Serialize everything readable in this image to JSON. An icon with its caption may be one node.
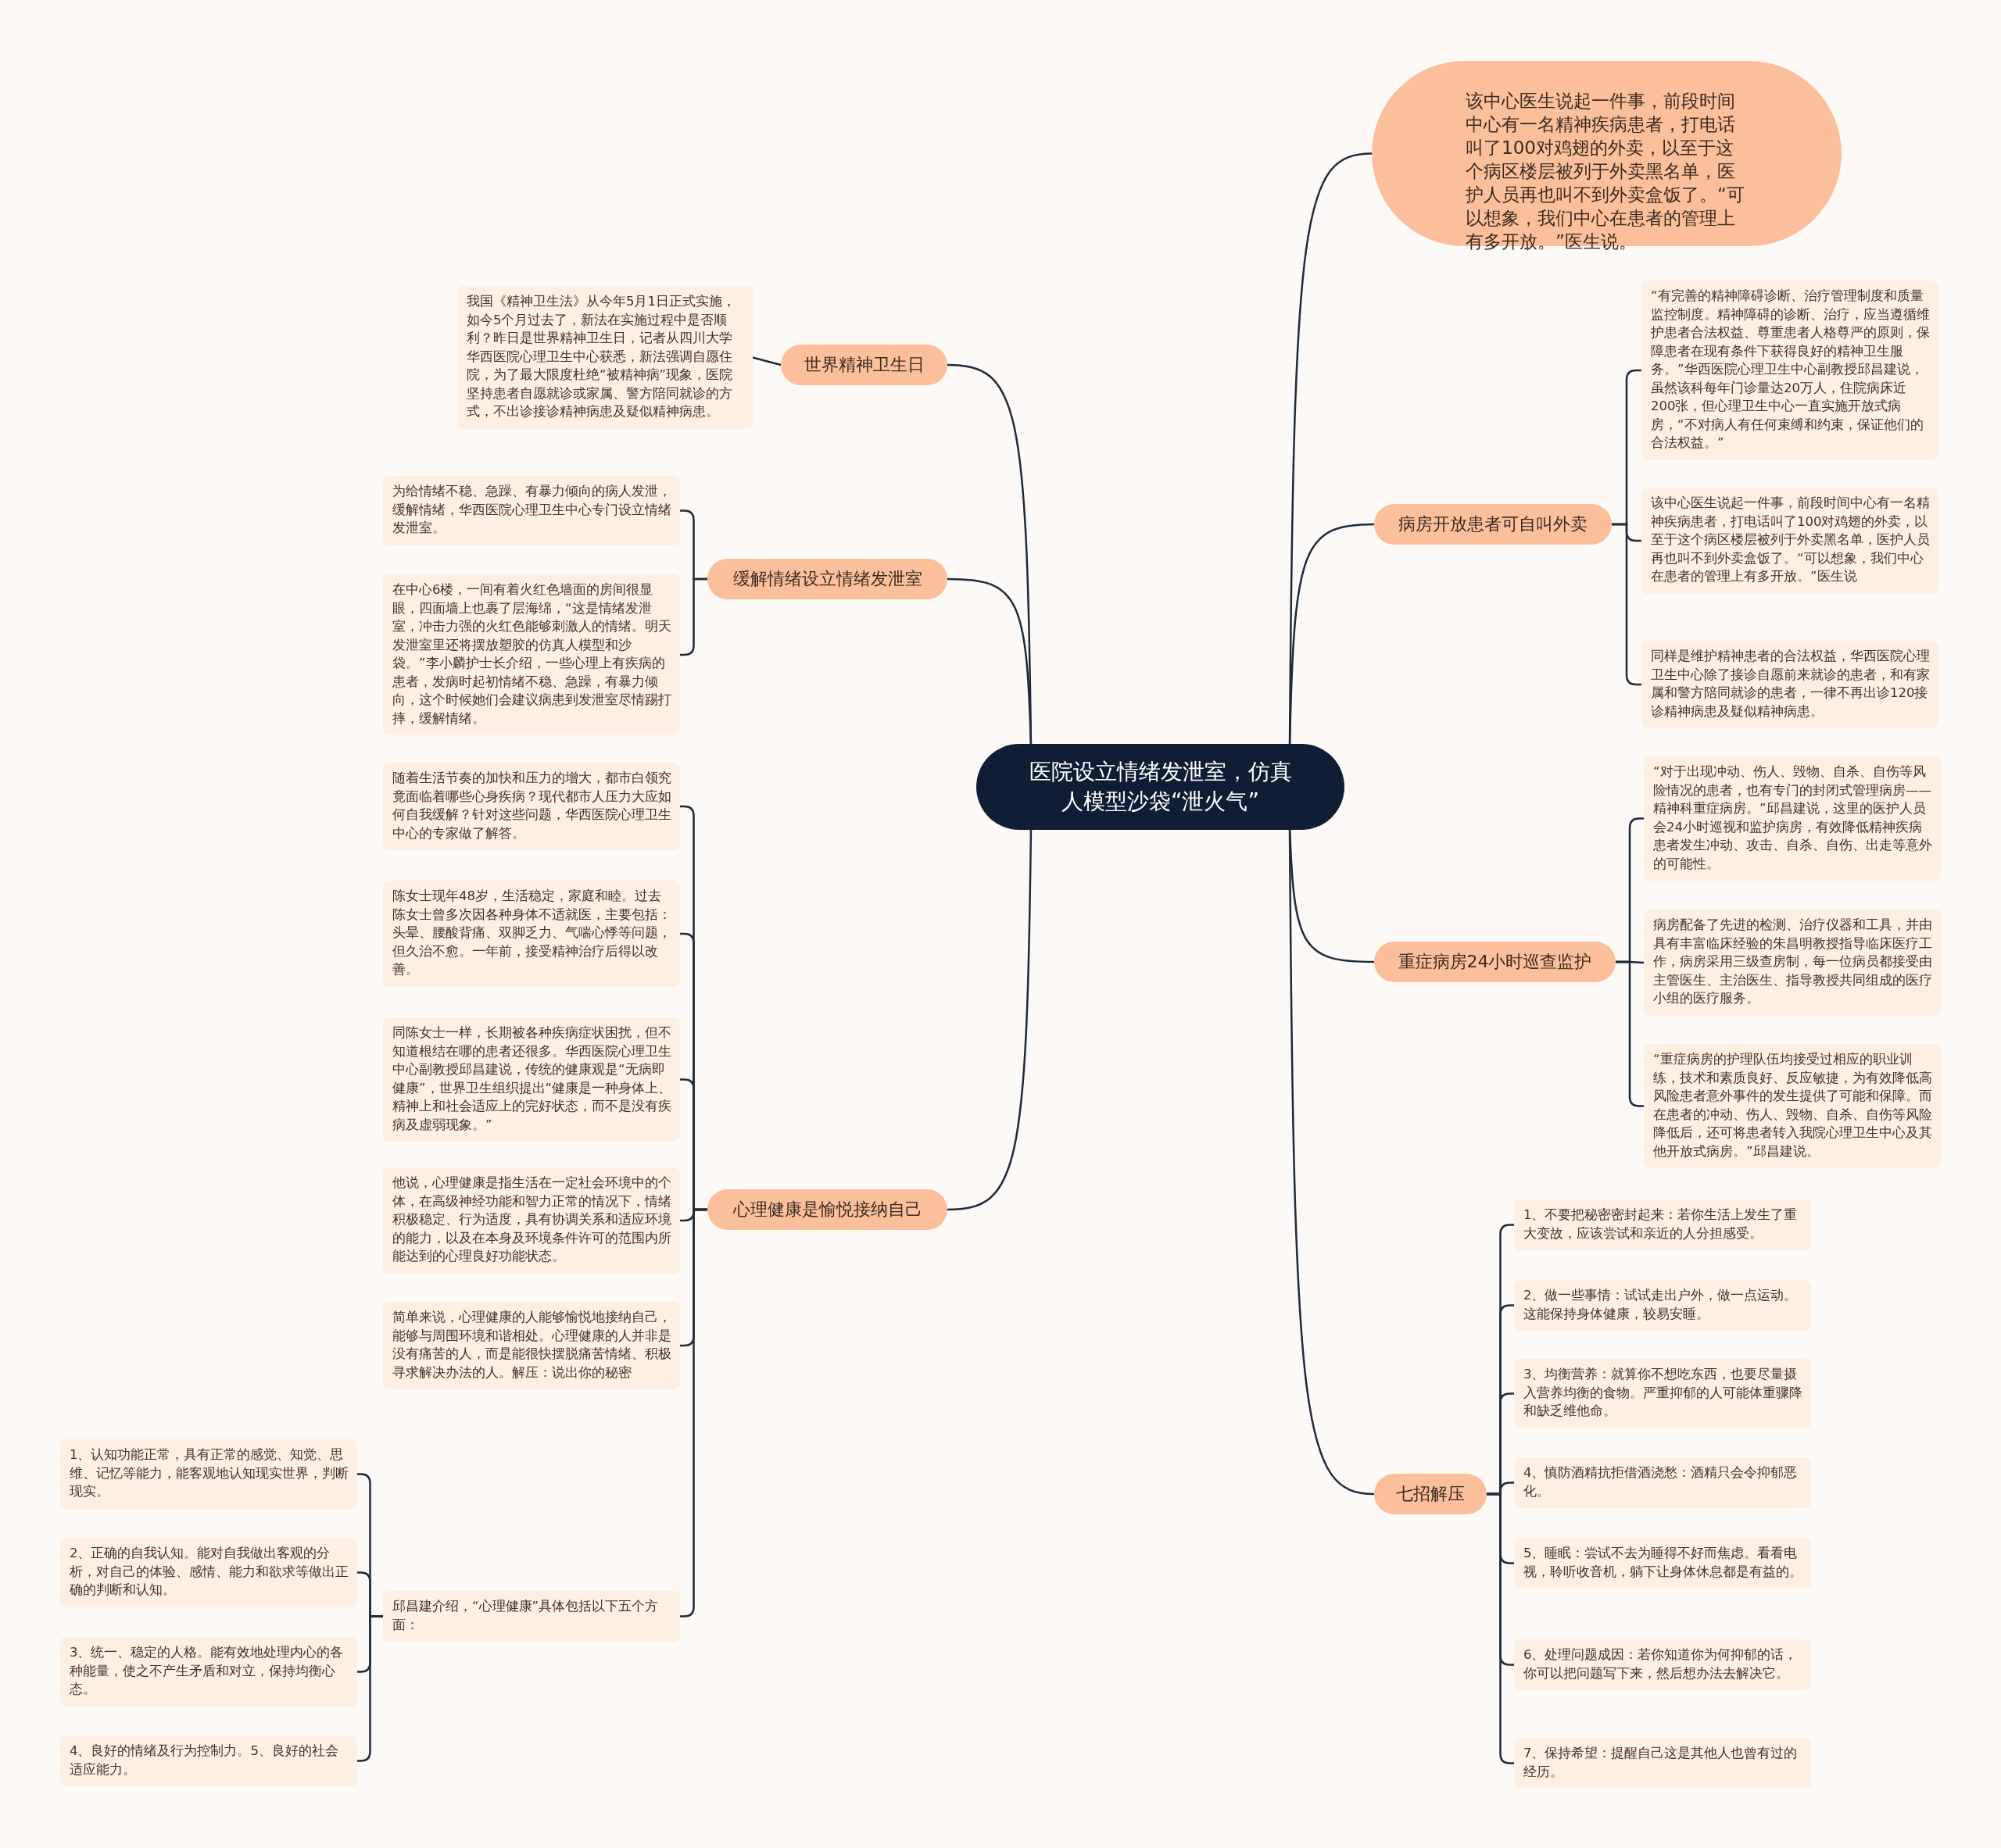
{
  "diagram": {
    "nodes": [
      {
        "text": [
          "医院设立情绪发泄室，仿真人模型沙袋“泄火气”"
        ]
      },
      {
        "text": [
          "该中心医生说起一件事，前段时间中心有一名精神疾病患者，打电话叫了100对鸡翅的外卖，以至于这个病区楼层被列于外卖黑名单，医护人员再也叫不到外卖盒饭了。“可以想象，我们中心在患者的管理上有多开放。”医生说。"
        ]
      },
      {
        "text": [
          "世界精神卫生日"
        ]
      },
      {
        "text": [
          "我国《精神卫生法》从今年5月1日正式实施，如今5个月过去了，新法在实施过程中是否顺利？昨日是世界精神卫生日，记者从四川大学华西医院心理卫生中心获悉，新法强调自愿住院，为了最大限度杜绝“被精神病”现象，医院坚持患者自愿就诊或家属、警方陪同就诊的方式，不出诊接诊精神病患及疑似精神病患。"
        ]
      },
      {
        "text": [
          "病房开放患者可自叫外卖"
        ]
      },
      {
        "text": [
          "“有完善的精神障碍诊断、治疗管理制度和质量监控制度。精神障碍的诊断、治疗，应当遵循维护患者合法权益、尊重患者人格尊严的原则，保障患者在现有条件下获得良好的精神卫生服务。”华西医院心理卫生中心副教授邱昌建说，虽然该科每年门诊量达20万人，住院病床近200张，但心理卫生中心一直实施开放式病房，“不对病人有任何束缚和约束，保证他们的合法权益。”"
        ]
      },
      {
        "text": [
          "该中心医生说起一件事，前段时间中心有一名精神疾病患者，打电话叫了100对鸡翅的外卖，以至于这个病区楼层被列于外卖黑名单，医护人员再也叫不到外卖盒饭了。“可以想象，我们中心在患者的管理上有多开放。”医生说"
        ]
      },
      {
        "text": [
          "同样是维护精神患者的合法权益，华西医院心理卫生中心除了接诊自愿前来就诊的患者，和有家属和警方陪同就诊的患者，一律不再出诊120接诊精神病患及疑似精神病患。"
        ]
      },
      {
        "text": [
          "缓解情绪设立情绪发泄室"
        ]
      },
      {
        "text": [
          "为给情绪不稳、急躁、有暴力倾向的病人发泄，缓解情绪，华西医院心理卫生中心专门设立情绪发泄室。"
        ]
      },
      {
        "text": [
          "在中心6楼，一间有着火红色墙面的房间很显眼，四面墙上也裹了层海绵，“这是情绪发泄室，冲击力强的火红色能够刺激人的情绪。明天发泄室里还将摆放塑胶的仿真人模型和沙袋。”李小麟护士长介绍，一些心理上有疾病的患者，发病时起初情绪不稳、急躁，有暴力倾向，这个时候她们会建议病患到发泄室尽情踢打摔，缓解情绪。"
        ]
      },
      {
        "text": [
          "重症病房24小时巡查监护"
        ]
      },
      {
        "text": [
          "“对于出现冲动、伤人、毁物、自杀、自伤等风险情况的患者，也有专门的封闭式管理病房——精神科重症病房。”邱昌建说，这里的医护人员会24小时巡视和监护病房，有效降低精神疾病患者发生冲动、攻击、自杀、自伤、出走等意外的可能性。"
        ]
      },
      {
        "text": [
          "病房配备了先进的检测、治疗仪器和工具，并由具有丰富临床经验的朱昌明教授指导临床医疗工作，病房采用三级查房制，每一位病员都接受由主管医生、主治医生、指导教授共同组成的医疗小组的医疗服务。"
        ]
      },
      {
        "text": [
          "“重症病房的护理队伍均接受过相应的职业训练，技术和素质良好、反应敏捷，为有效降低高风险患者意外事件的发生提供了可能和保障。而在患者的冲动、伤人、毁物、自杀、自伤等风险降低后，还可将患者转入我院心理卫生中心及其他开放式病房。”邱昌建说。"
        ]
      },
      {
        "text": [
          "心理健康是愉悦接纳自己"
        ]
      },
      {
        "text": [
          "随着生活节奏的加快和压力的增大，都市白领究竟面临着哪些心身疾病？现代都市人压力大应如何自我缓解？针对这些问题，华西医院心理卫生中心的专家做了解答。"
        ]
      },
      {
        "text": [
          "陈女士现年48岁，生活稳定，家庭和睦。过去陈女士曾多次因各种身体不适就医，主要包括：头晕、腰酸背痛、双脚乏力、气喘心悸等问题，但久治不愈。一年前，接受精神治疗后得以改善。"
        ]
      },
      {
        "text": [
          "同陈女士一样，长期被各种疾病症状困扰，但不知道根结在哪的患者还很多。华西医院心理卫生中心副教授邱昌建说，传统的健康观是“无病即健康”，世界卫生组织提出“健康是一种身体上、精神上和社会适应上的完好状态，而不是没有疾病及虚弱现象。”"
        ]
      },
      {
        "text": [
          "他说，心理健康是指生活在一定社会环境中的个体，在高级神经功能和智力正常的情况下，情绪积极稳定、行为适度，具有协调关系和适应环境的能力，以及在本身及环境条件许可的范围内所能达到的心理良好功能状态。"
        ]
      },
      {
        "text": [
          "简单来说，心理健康的人能够愉悦地接纳自己，能够与周围环境和谐相处。心理健康的人并非是没有痛苦的人，而是能很快摆脱痛苦情绪、积极寻求解决办法的人。解压：说出你的秘密"
        ]
      },
      {
        "text": [
          "邱昌建介绍，“心理健康”具体包括以下五个方面："
        ]
      },
      {
        "text": [
          "1、认知功能正常，具有正常的感觉、知觉、思维、记忆等能力，能客观地认知现实世界，判断现实。"
        ]
      },
      {
        "text": [
          "2、正确的自我认知。能对自我做出客观的分析，对自己的体验、感情、能力和欲求等做出正确的判断和认知。"
        ]
      },
      {
        "text": [
          "3、统一、稳定的人格。能有效地处理内心的各种能量，使之不产生矛盾和对立，保持均衡心态。"
        ]
      },
      {
        "text": [
          "4、良好的情绪及行为控制力。5、良好的社会适应能力。"
        ]
      },
      {
        "text": [
          "七招解压"
        ]
      },
      {
        "text": [
          "1、不要把秘密密封起来：若你生活上发生了重大变故，应该尝试和亲近的人分担感受。"
        ]
      },
      {
        "text": [
          "2、做一些事情：试试走出户外，做一点运动。这能保持身体健康，较易安睡。"
        ]
      },
      {
        "text": [
          "3、均衡营养：就算你不想吃东西，也要尽量摄入营养均衡的食物。严重抑郁的人可能体重骤降和缺乏维他命。"
        ]
      },
      {
        "text": [
          "4、慎防酒精抗拒借酒浇愁：酒精只会令抑郁恶化。"
        ]
      },
      {
        "text": [
          "5、睡眠：尝试不去为睡得不好而焦虑。看看电视，聆听收音机，躺下让身体休息都是有益的。"
        ]
      },
      {
        "text": [
          "6、处理问题成因：若你知道你为何抑郁的话，你可以把问题写下来，然后想办法去解决它。"
        ]
      },
      {
        "text": [
          "7、保持希望：提醒自己这是其他人也曾有过的经历。"
        ]
      }
    ],
    "edges": [
      {
        "from": 0,
        "to": 1,
        "arrow": "none"
      },
      {
        "from": 0,
        "to": 2,
        "arrow": "none"
      },
      {
        "from": 2,
        "to": 3,
        "arrow": "none"
      },
      {
        "from": 0,
        "to": 4,
        "arrow": "none"
      },
      {
        "from": 4,
        "to": 5,
        "arrow": "none"
      },
      {
        "from": 4,
        "to": 6,
        "arrow": "none"
      },
      {
        "from": 4,
        "to": 7,
        "arrow": "none"
      },
      {
        "from": 0,
        "to": 8,
        "arrow": "none"
      },
      {
        "from": 8,
        "to": 9,
        "arrow": "none"
      },
      {
        "from": 8,
        "to": 10,
        "arrow": "none"
      },
      {
        "from": 0,
        "to": 11,
        "arrow": "none"
      },
      {
        "from": 11,
        "to": 12,
        "arrow": "none"
      },
      {
        "from": 11,
        "to": 13,
        "arrow": "none"
      },
      {
        "from": 11,
        "to": 14,
        "arrow": "none"
      },
      {
        "from": 0,
        "to": 15,
        "arrow": "none"
      },
      {
        "from": 15,
        "to": 16,
        "arrow": "none"
      },
      {
        "from": 15,
        "to": 17,
        "arrow": "none"
      },
      {
        "from": 15,
        "to": 18,
        "arrow": "none"
      },
      {
        "from": 15,
        "to": 19,
        "arrow": "none"
      },
      {
        "from": 15,
        "to": 20,
        "arrow": "none"
      },
      {
        "from": 15,
        "to": 21,
        "arrow": "none"
      },
      {
        "from": 21,
        "to": 22,
        "arrow": "none"
      },
      {
        "from": 21,
        "to": 23,
        "arrow": "none"
      },
      {
        "from": 21,
        "to": 24,
        "arrow": "none"
      },
      {
        "from": 21,
        "to": 25,
        "arrow": "none"
      },
      {
        "from": 0,
        "to": 26,
        "arrow": "none"
      },
      {
        "from": 26,
        "to": 27,
        "arrow": "none"
      },
      {
        "from": 26,
        "to": 28,
        "arrow": "none"
      },
      {
        "from": 26,
        "to": 29,
        "arrow": "none"
      },
      {
        "from": 26,
        "to": 30,
        "arrow": "none"
      },
      {
        "from": 26,
        "to": 31,
        "arrow": "none"
      },
      {
        "from": 26,
        "to": 32,
        "arrow": "none"
      },
      {
        "from": 26,
        "to": 33,
        "arrow": "none"
      }
    ]
  }
}
